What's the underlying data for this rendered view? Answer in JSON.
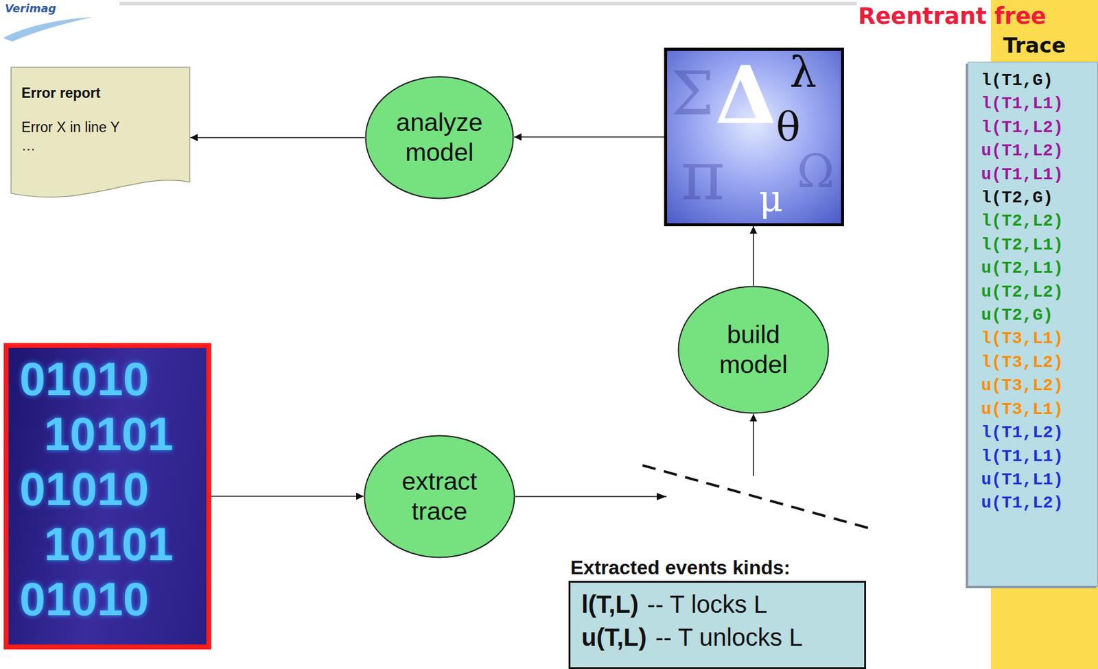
{
  "diagram": {
    "nodes": [
      {
        "text": [
          "Error report",
          "Error X in line Y",
          "…"
        ]
      },
      {
        "text": [
          "analyze model"
        ]
      },
      {
        "text": [
          "Σ",
          "Δ",
          "λ",
          "θ",
          "Ω",
          "π",
          "μ"
        ]
      },
      {
        "text": [
          "Trace",
          "l(T1,G)",
          "l(T1,L1)",
          "l(T1,L2)",
          "u(T1,L2)",
          "u(T1,L1)",
          "l(T2,G)",
          "l(T2,L2)",
          "l(T2,L1)",
          "u(T2,L1)",
          "u(T2,L2)",
          "u(T2,G)",
          "l(T3,L1)",
          "l(T3,L2)",
          "u(T3,L2)",
          "u(T3,L1)",
          "l(T1,L2)",
          "l(T1,L1)",
          "u(T1,L1)",
          "u(T1,L2)"
        ]
      },
      {
        "text": [
          "build model"
        ]
      },
      {
        "text": [
          "01010",
          "10101",
          "01010",
          "10101",
          "01010"
        ]
      },
      {
        "text": [
          "extract trace"
        ]
      },
      {
        "text": [
          "Extracted events kinds:",
          "l(T,L)",
          "-- T locks L",
          "u(T,L)",
          "-- T unlocks L"
        ]
      }
    ],
    "edges": [
      {
        "from": 1,
        "to": 0,
        "arrow": "to"
      },
      {
        "from": 2,
        "to": 1,
        "arrow": "to"
      },
      {
        "from": 4,
        "to": 2,
        "arrow": "to"
      },
      {
        "from": 5,
        "to": 6,
        "arrow": "to"
      },
      {
        "from": 6,
        "to": 4,
        "arrow": "to"
      }
    ],
    "labels": [
      "Verimag",
      "Reentrant free"
    ]
  }
}
